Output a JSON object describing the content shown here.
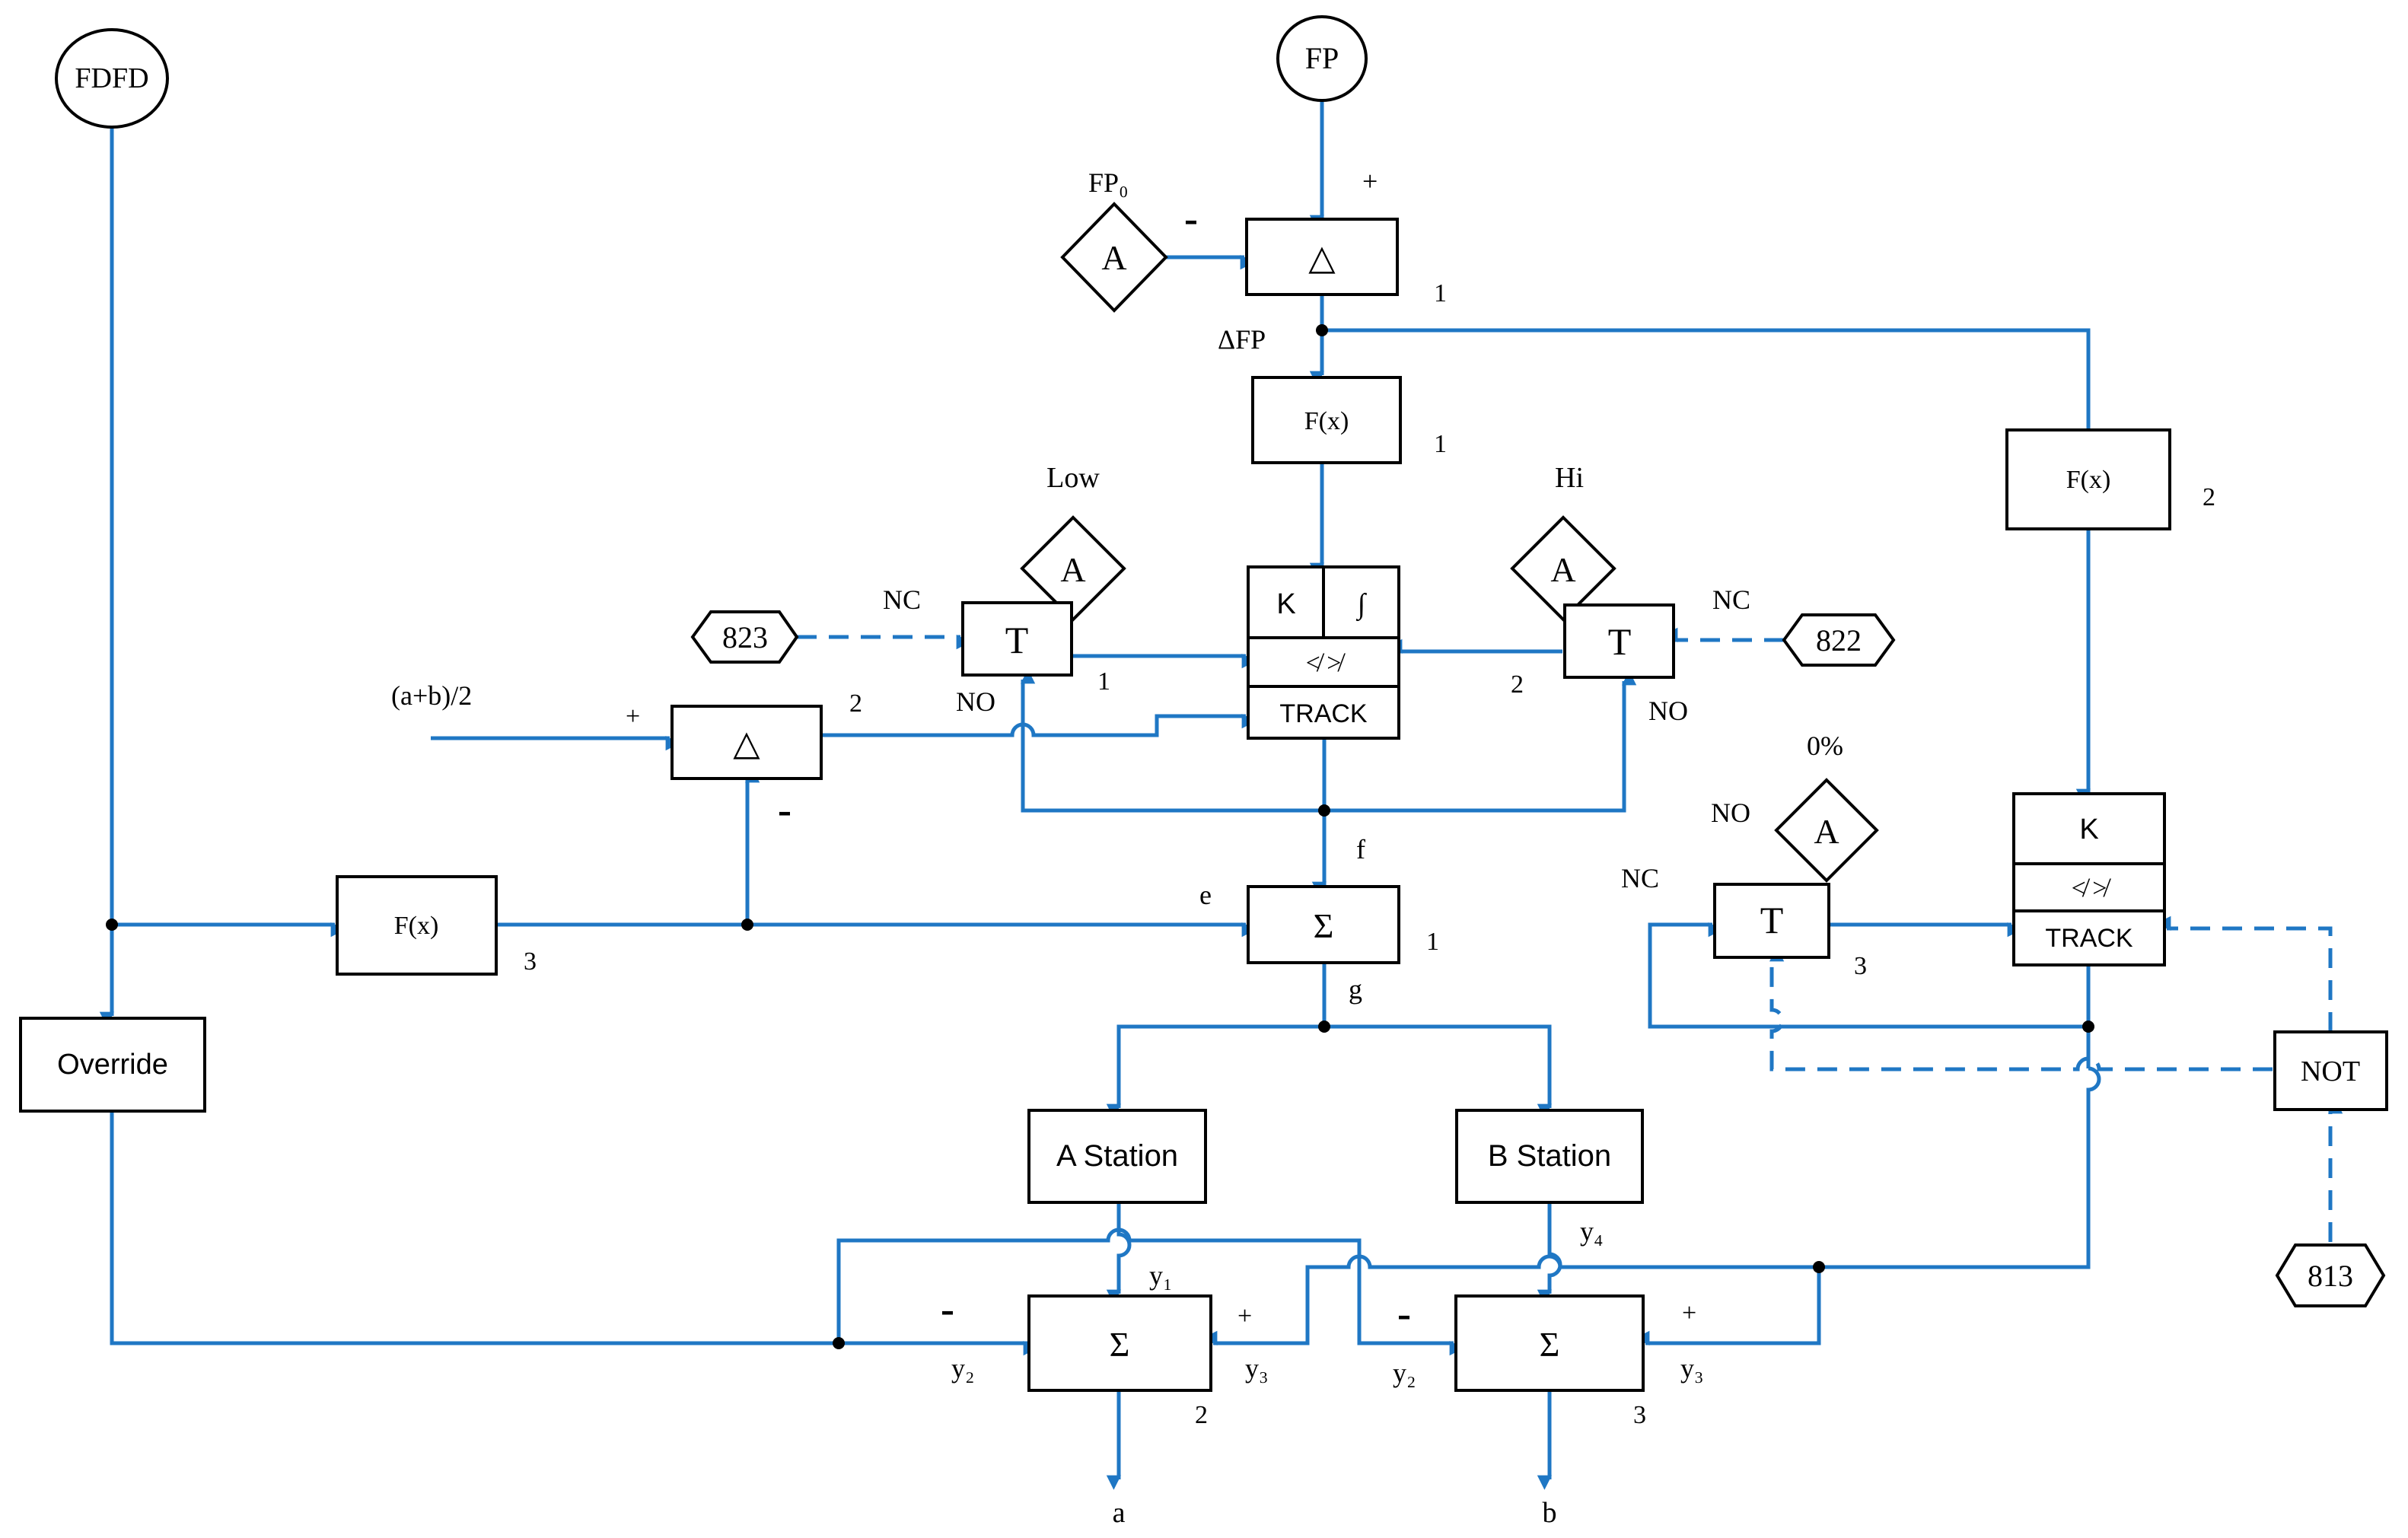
{
  "colors": {
    "signal": "#1f77c4",
    "block": "#000000",
    "background": "#ffffff"
  },
  "nodes": {
    "fdfd": "FDFD",
    "fp": "FP",
    "override": "Override",
    "not": "NOT",
    "tag_823": "823",
    "tag_822": "822",
    "tag_813": "813"
  },
  "blocks": {
    "delta_1": {
      "symbol": "△",
      "num": "1"
    },
    "delta_2": {
      "symbol": "△",
      "num": "2"
    },
    "fx_1": {
      "label": "F(x)",
      "num": "1"
    },
    "fx_2": {
      "label": "F(x)",
      "num": "2"
    },
    "fx_3": {
      "label": "F(x)",
      "num": "3"
    },
    "pid_1": {
      "k": "K",
      "integral": "∫",
      "limit": "≮ ≯",
      "track": "TRACK"
    },
    "pid_2": {
      "k": "K",
      "limit": "≮ ≯",
      "track": "TRACK"
    },
    "t_1": {
      "label": "T",
      "num": "1",
      "nc": "NC",
      "no": "NO"
    },
    "t_2": {
      "label": "T",
      "num": "2",
      "nc": "NC",
      "no": "NO"
    },
    "t_3": {
      "label": "T",
      "num": "3",
      "nc": "NC",
      "no": "NO"
    },
    "a_fp0": {
      "label": "A",
      "caption": "FP₀"
    },
    "a_low": {
      "label": "A",
      "caption": "Low"
    },
    "a_hi": {
      "label": "A",
      "caption": "Hi"
    },
    "a_zero": {
      "label": "A",
      "caption": "0%"
    },
    "sum_1": {
      "symbol": "Σ",
      "num": "1"
    },
    "sum_2": {
      "symbol": "Σ",
      "num": "2"
    },
    "sum_3": {
      "symbol": "Σ",
      "num": "3"
    },
    "station_a": "A Station",
    "station_b": "B Station"
  },
  "signals": {
    "dfp": "ΔFP",
    "avg": "(a+b)/2",
    "e": "e",
    "f": "f",
    "g": "g",
    "y1": "y₁",
    "y2": "y₂",
    "y3": "y₃",
    "y4": "y₄",
    "out_a": "a",
    "out_b": "b"
  },
  "signs": {
    "plus": "+",
    "minus": "-"
  }
}
